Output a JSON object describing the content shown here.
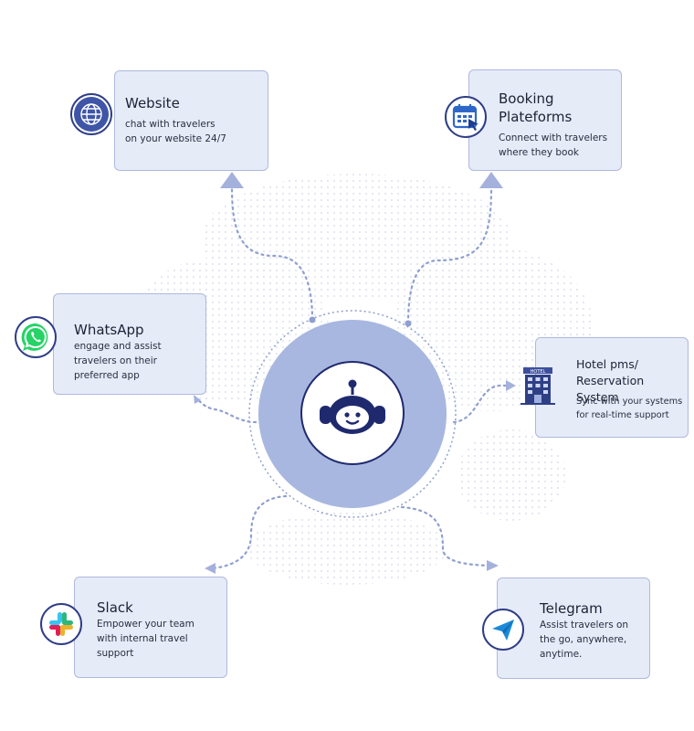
{
  "channels": {
    "website": {
      "title": "Website",
      "desc_lines": [
        "chat with travelers",
        "on your website 24/7"
      ],
      "icon": "globe-icon"
    },
    "booking": {
      "title_lines": [
        "Booking",
        "Plateforms"
      ],
      "desc_lines": [
        "Connect with travelers",
        "where they book"
      ],
      "icon": "calendar-click-icon"
    },
    "whatsapp": {
      "title": "WhatsApp",
      "desc_lines": [
        "engage and assist",
        "travelers on their",
        "preferred app"
      ],
      "icon": "whatsapp-icon"
    },
    "hotel": {
      "title_lines": [
        "Hotel pms/",
        "Reservation System"
      ],
      "desc_lines": [
        "Sync with your systems",
        "for real-time support"
      ],
      "icon": "hotel-building-icon",
      "badge": "HOTEL"
    },
    "slack": {
      "title": "Slack",
      "desc_lines": [
        "Empower your team",
        "with internal travel",
        "support"
      ],
      "icon": "slack-icon"
    },
    "telegram": {
      "title": "Telegram",
      "desc_lines": [
        "Assist travelers on",
        "the go, anywhere,",
        "anytime."
      ],
      "icon": "telegram-icon"
    }
  },
  "hub": {
    "icon": "robot-icon"
  },
  "colors": {
    "card_bg": "#e6ebf8",
    "card_border": "#aeb9de",
    "accent": "#2e3d86",
    "hub_ring": "#a8b7e0",
    "connector": "#8f9fcf",
    "whatsapp": "#25d366",
    "telegram": "#1a8ad8",
    "robot": "#1f2a6e"
  }
}
